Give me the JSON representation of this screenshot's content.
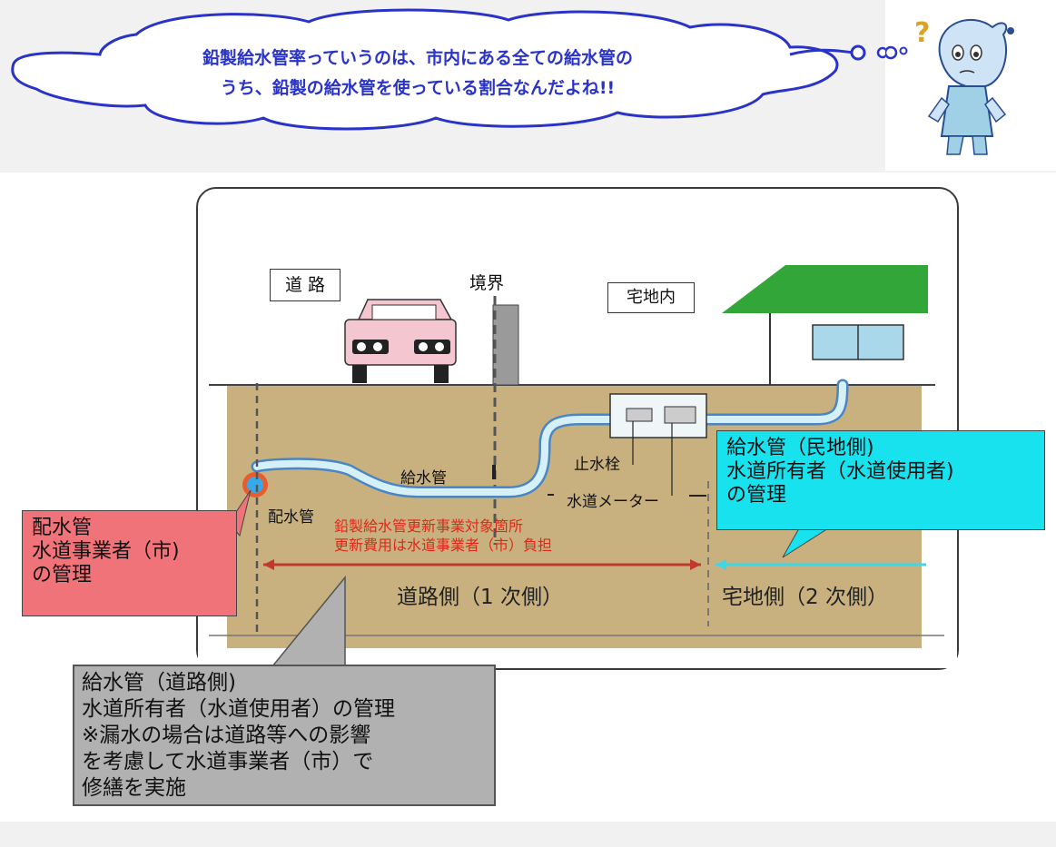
{
  "cloud_text_line1": "鉛製給水管率っていうのは、市内にある全ての給水管の",
  "cloud_text_line2": "うち、鉛製の給水管を使っている割合なんだよね!!",
  "labels": {
    "road": "道 路",
    "boundary": "境界",
    "in_lot": "宅地内",
    "supply_pipe": "給水管",
    "distribution_pipe": "配水管",
    "stop_valve": "止水栓",
    "water_meter": "水道メーター",
    "road_side": "道路側（1 次側）",
    "lot_side": "宅地側（2 次側）"
  },
  "red_note": {
    "line1": "鉛製給水管更新事業対象箇所",
    "line2": "更新費用は水道事業者（市）負担"
  },
  "callout_red": {
    "line1": "配水管",
    "line2": "水道事業者（市)",
    "line3": "の管理"
  },
  "callout_cyan": {
    "line1": "給水管（民地側)",
    "line2": "水道所有者（水道使用者)",
    "line3": "の管理"
  },
  "callout_gray": {
    "line1": "給水管（道路側)",
    "line2": "水道所有者（水道使用者）の管理",
    "line3": "※漏水の場合は道路等への影響",
    "line4": "を考慮して水道事業者（市）で",
    "line5": "修繕を実施"
  },
  "colors": {
    "cloud_text": "#2a33c8",
    "ground": "#c9b17f",
    "pipe": "#bfe6f2",
    "red_callout": "#f0737a",
    "cyan_callout": "#19e2ef",
    "gray_callout": "#b1b1b1",
    "roof": "#33a63a",
    "road_span": "#c0392b"
  }
}
